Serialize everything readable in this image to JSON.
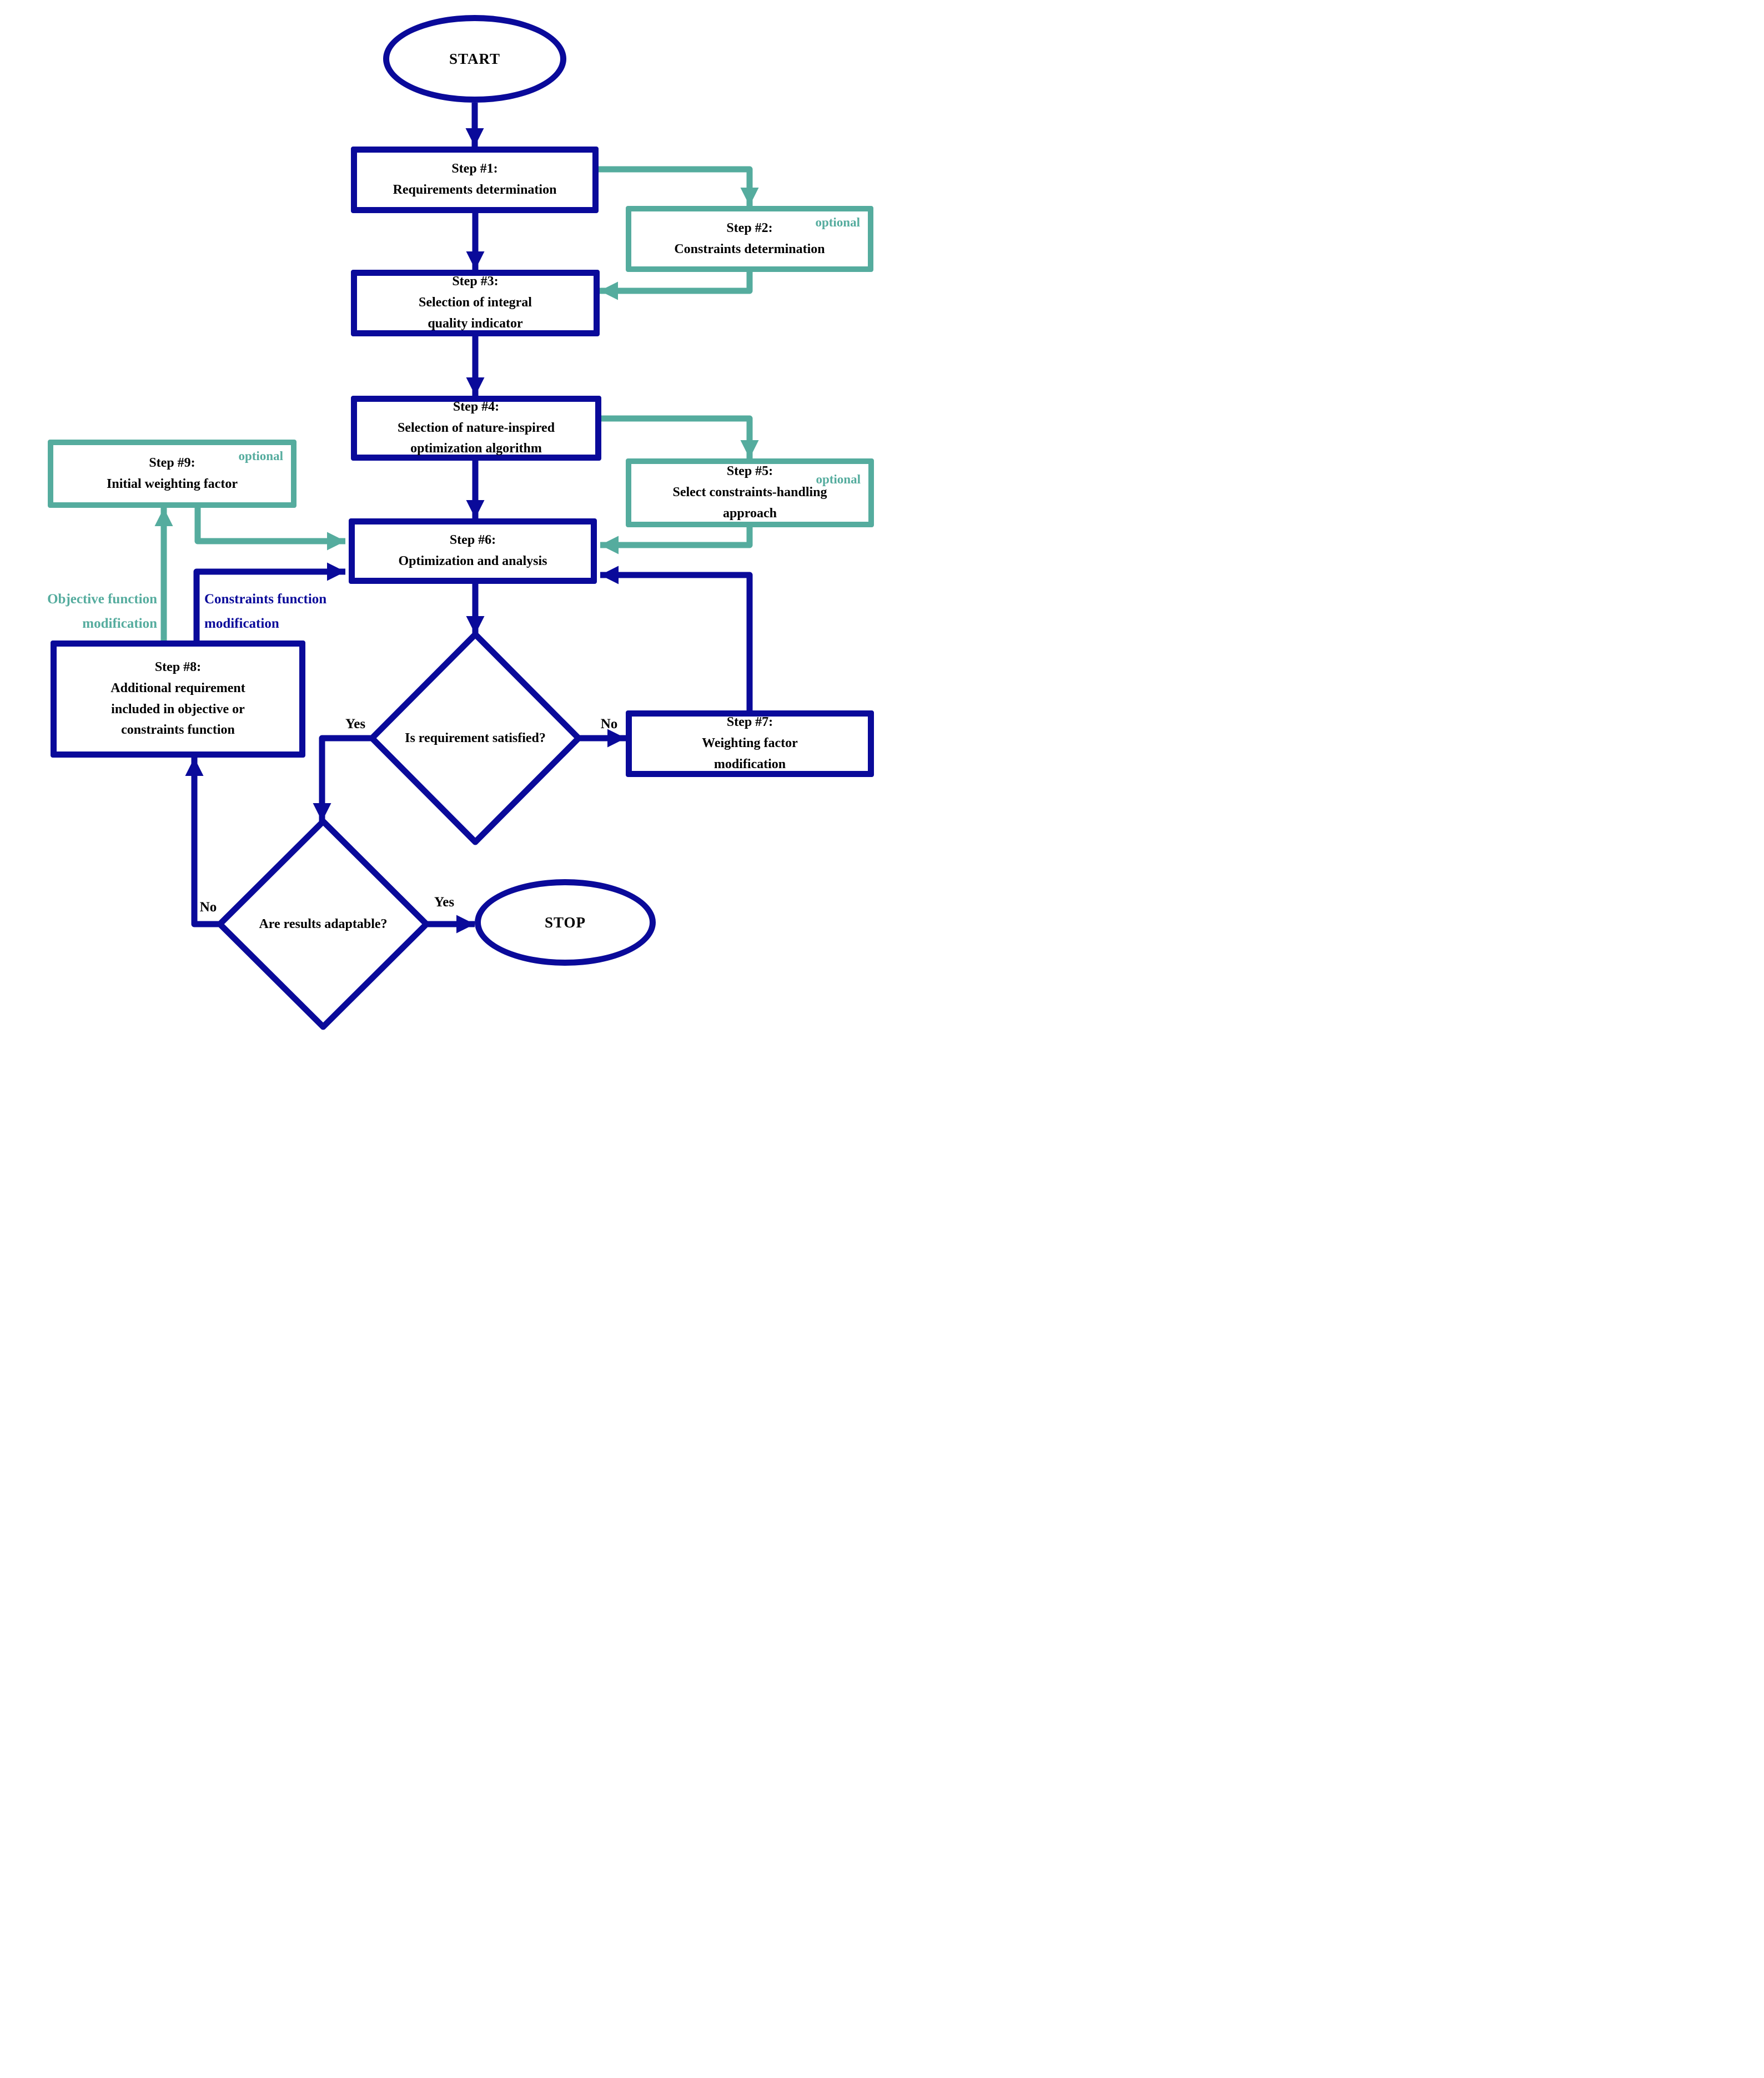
{
  "colors": {
    "navy": "#0a0a9a",
    "teal": "#55ac9e",
    "text_black": "#000000",
    "background": "#ffffff"
  },
  "nodes": {
    "start": {
      "label": "START"
    },
    "step1": {
      "text": "Step #1:\nRequirements determination"
    },
    "step2": {
      "text": "Step #2:\nConstraints determination",
      "tag": "optional"
    },
    "step3": {
      "text": "Step #3:\nSelection of integral\nquality indicator"
    },
    "step4": {
      "text": "Step #4:\nSelection of nature-inspired\noptimization algorithm"
    },
    "step5": {
      "text": "Step #5:\nSelect constraints-handling\napproach",
      "tag": "optional"
    },
    "step6": {
      "text": "Step #6:\nOptimization and analysis"
    },
    "step7": {
      "text": "Step #7:\nWeighting factor\nmodification"
    },
    "step8": {
      "text": "Step #8:\nAdditional requirement\nincluded in objective or\nconstraints function"
    },
    "step9": {
      "text": "Step #9:\nInitial weighting factor",
      "tag": "optional"
    },
    "decision1": {
      "text": "Is requirement satisfied?"
    },
    "decision2": {
      "text": "Are results adaptable?"
    },
    "stop": {
      "label": "STOP"
    }
  },
  "edge_labels": {
    "decision1_yes": "Yes",
    "decision1_no": "No",
    "decision2_yes": "Yes",
    "decision2_no": "No",
    "objective_modification": "Objective function\nmodification",
    "constraints_modification": "Constraints function\nmodification"
  }
}
